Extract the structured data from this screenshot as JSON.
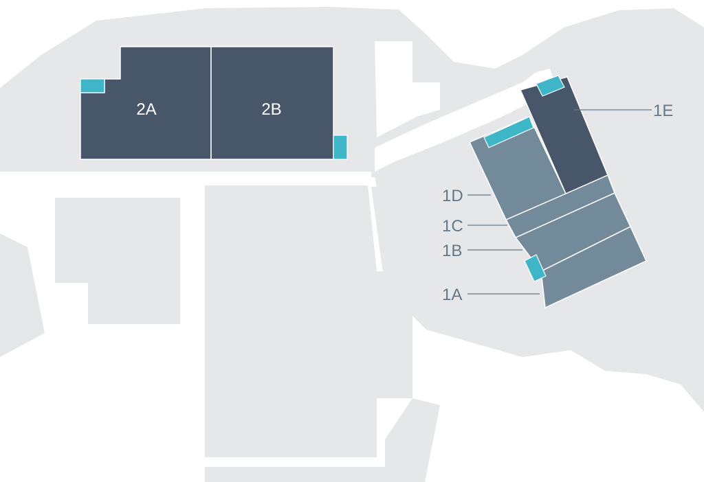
{
  "map": {
    "units": [
      {
        "id": "2A",
        "label": "2A"
      },
      {
        "id": "2B",
        "label": "2B"
      },
      {
        "id": "1E",
        "label": "1E"
      },
      {
        "id": "1D",
        "label": "1D"
      },
      {
        "id": "1C",
        "label": "1C"
      },
      {
        "id": "1B",
        "label": "1B"
      },
      {
        "id": "1A",
        "label": "1A"
      }
    ],
    "colors": {
      "ground": "#e6e7e8",
      "building_dark": "#475669",
      "building_mid": "#738a9a",
      "loading_dock": "#3fb5c8",
      "callout_text": "#63798a",
      "background": "#ffffff"
    }
  }
}
